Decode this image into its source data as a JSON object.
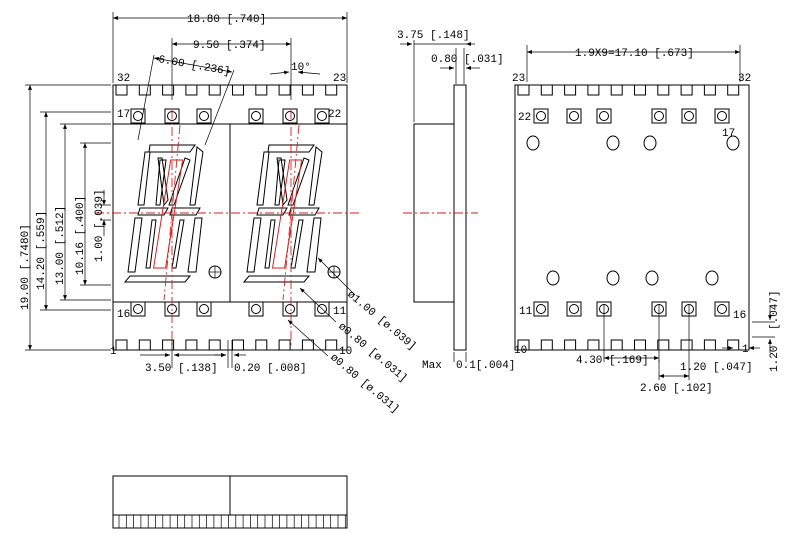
{
  "colors": {
    "line": "#000000",
    "center_line": "#d81e1e",
    "background": "#ffffff"
  },
  "front_view": {
    "dim_width": "18.80 [.740]",
    "dim_digit_pitch": "9.50 [.374]",
    "dim_char_width": "6.00 [.236]",
    "dim_slant": "10°",
    "dim_total_height": "19.00 [.7480]",
    "dim_pin_row_height": "14.20 [.559]",
    "dim_char_height": "13.00 [.512]",
    "dim_seg_height": "10.16 [.400]",
    "dim_seg_width": "1.00 [.039]",
    "dim_digit_offset": "3.50 [.138]",
    "dim_gap": "0.20 [.008]",
    "dim_dp_dia": "ø1.00 [ø.039]",
    "dim_pin_dia_a": "ø0.80 [ø.031]",
    "dim_pin_dia_b": "ø0.80 [ø.031]",
    "pin_labels": {
      "p32": "32",
      "p23": "23",
      "p17": "17",
      "p22": "22",
      "p16": "16",
      "p11": "11",
      "p1": "1",
      "p10": "10"
    }
  },
  "side_view": {
    "dim_depth": "3.75 [.148]",
    "dim_lead": "0.80 [.031]",
    "dim_tol_prefix": "Max",
    "dim_tol": "0.1[.004]"
  },
  "back_view": {
    "dim_pitch": "1.9X9=17.10 [.673]",
    "dim_row_offset": "4.30 [.169]",
    "dim_pin_space": "2.60 [.102]",
    "dim_pad_h": "1.20 [.047]",
    "dim_pad_v1": "[.047]",
    "dim_pad_v2": "1.20",
    "pin_labels": {
      "p23": "23",
      "p32": "32",
      "p22": "22",
      "p17": "17",
      "p11": "11",
      "p16": "16",
      "p10": "10",
      "p1": "1"
    }
  }
}
